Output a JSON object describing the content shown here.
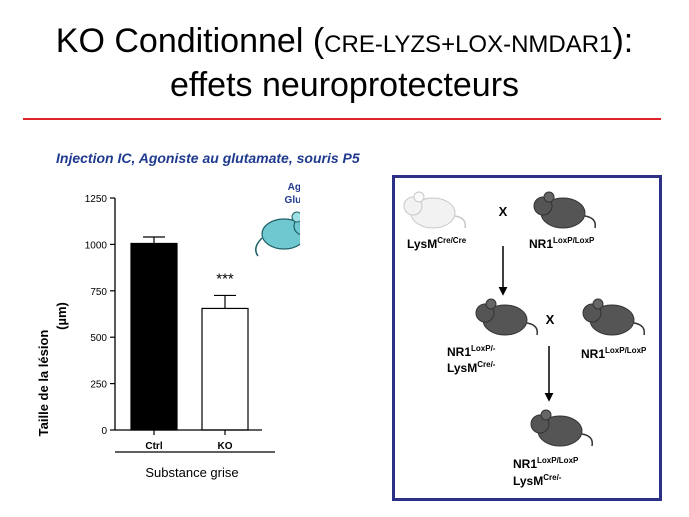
{
  "slide": {
    "title_line1_main": "KO Conditionnel (",
    "title_line1_genotype": "CRE-LYZS+LOX-NMDAR1",
    "title_line1_end": "):",
    "title_line2": "effets neuroprotecteurs",
    "subtitle": "Injection IC, Agoniste au glutamate, souris P5",
    "accent_color": "#e0222a",
    "subtitle_color": "#1f3a8f",
    "box_color": "#2c3185"
  },
  "chart_data": {
    "type": "bar",
    "categories": [
      "Ctrl",
      "KO"
    ],
    "values": [
      1005,
      655
    ],
    "errors": [
      35,
      70
    ],
    "bar_colors": [
      "#000000",
      "#ffffff"
    ],
    "ylabel_line1": "Taille de la lésion",
    "ylabel_line2": "(µm)",
    "xlabel": "Substance grise",
    "yticks": [
      0,
      250,
      500,
      750,
      1000,
      1250
    ],
    "ylim": [
      0,
      1250
    ],
    "significance": "***",
    "inset_label_line1": "Agoniste",
    "inset_label_line2": "Glutamate"
  },
  "breeding": {
    "cross_symbol": "X",
    "row1_left_name": "LysM",
    "row1_left_sup": "Cre/Cre",
    "row1_right_name": "NR1",
    "row1_right_sup": "LoxP/LoxP",
    "row2_left_name1": "NR1",
    "row2_left_sup1": "LoxP/-",
    "row2_left_name2": "LysM",
    "row2_left_sup2": "Cre/-",
    "row2_right_name": "NR1",
    "row2_right_sup": "LoxP/LoxP",
    "row3_name1": "NR1",
    "row3_sup1": "LoxP/LoxP",
    "row3_name2": "LysM",
    "row3_sup2": "Cre/-"
  }
}
